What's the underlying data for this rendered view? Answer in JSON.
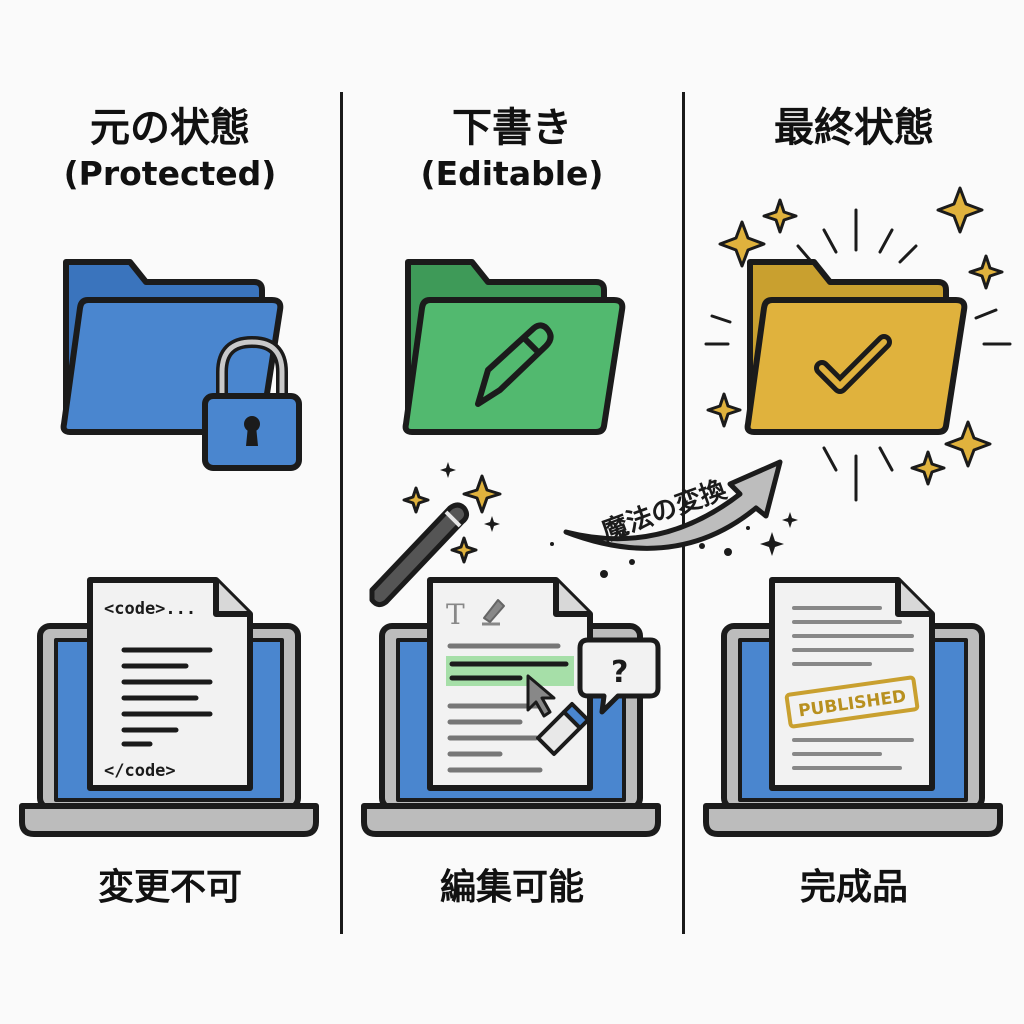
{
  "columns": [
    {
      "title": "元の状態",
      "subtitle": "(Protected)",
      "caption": "変更不可",
      "doc_lines": {
        "top": "<code>...",
        "bottom": "</code>"
      },
      "folder_color": "#4a86cf"
    },
    {
      "title": "下書き",
      "subtitle": "(Editable)",
      "caption": "編集可能",
      "doc_lines": {
        "top": "T",
        "bottom": ""
      },
      "folder_color": "#52b96f"
    },
    {
      "title": "最終状態",
      "subtitle": "",
      "caption": "完成品",
      "doc_lines": {
        "top": "",
        "bottom": ""
      },
      "folder_color": "#e0b23d"
    }
  ],
  "transition": {
    "label": "魔法の変換"
  },
  "stamp": {
    "label": "PUBLISHED"
  },
  "question_mark": "?",
  "icons": [
    "lock-icon",
    "pencil-icon",
    "checkmark-icon",
    "magic-wand-icon",
    "eraser-icon",
    "cursor-icon",
    "sparkle-icon"
  ]
}
